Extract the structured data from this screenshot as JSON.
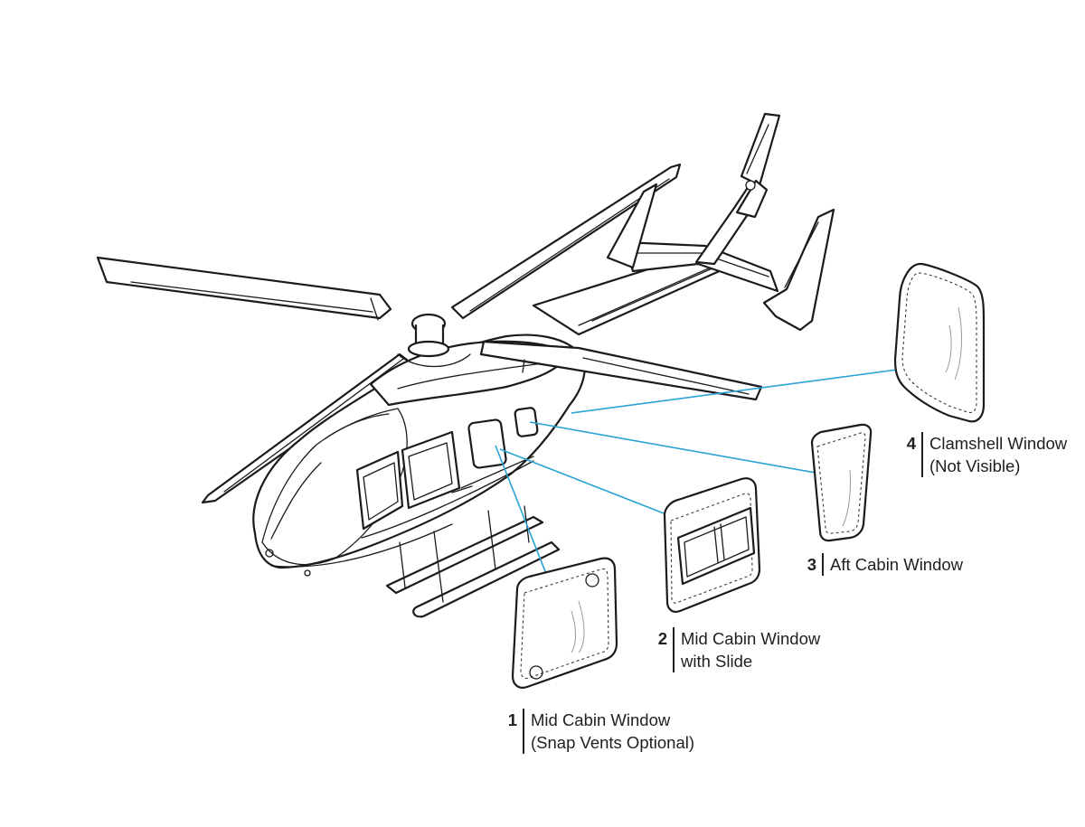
{
  "colors": {
    "leader_line": "#29a3d4",
    "ink": "#1b1b1b",
    "background": "#ffffff"
  },
  "callouts": [
    {
      "number": "1",
      "line1": "Mid Cabin Window",
      "line2": "(Snap Vents Optional)"
    },
    {
      "number": "2",
      "line1": "Mid Cabin Window",
      "line2": "with Slide"
    },
    {
      "number": "3",
      "line1": "Aft Cabin Window",
      "line2": ""
    },
    {
      "number": "4",
      "line1": "Clamshell Window",
      "line2": "(Not Visible)"
    }
  ]
}
